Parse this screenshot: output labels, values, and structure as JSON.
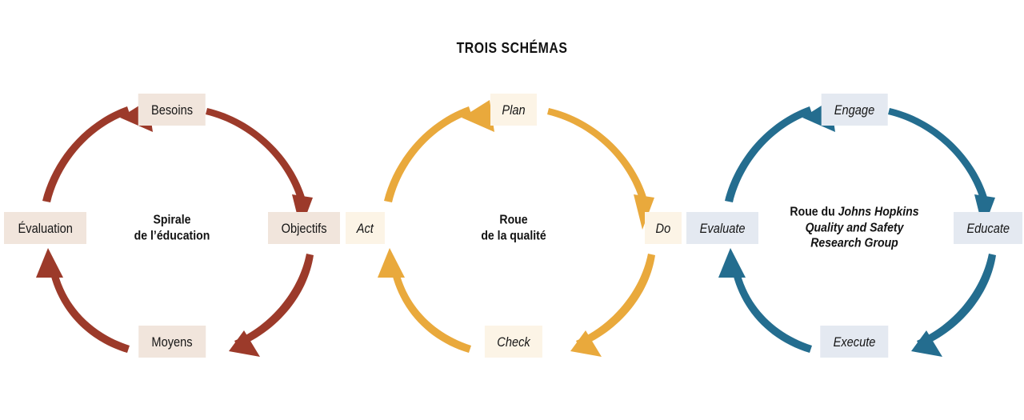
{
  "title": "TROIS SCHÉMAS",
  "background": "#FFFFFF",
  "cycles": [
    {
      "id": "education",
      "name": "spirale-de-l-education",
      "arrow_color": "#9C3A2A",
      "box_color": "#F1E5DC",
      "center": {
        "line1": "Spirale",
        "line2": "de l’éducation"
      },
      "nodes": {
        "top": "Besoins",
        "right": "Objectifs",
        "bottom": "Moyens",
        "left": "Évaluation"
      },
      "italic_nodes": false,
      "direction": "clockwise"
    },
    {
      "id": "quality",
      "name": "roue-de-la-qualite",
      "arrow_color": "#E9A93C",
      "box_color": "#FCF4E6",
      "center": {
        "line1": "Roue",
        "line2": "de la qualité"
      },
      "nodes": {
        "top": "Plan",
        "right": "Do",
        "bottom": "Check",
        "left": "Act"
      },
      "italic_nodes": true,
      "direction": "clockwise"
    },
    {
      "id": "jhqsrg",
      "name": "roue-johns-hopkins",
      "arrow_color": "#246D8F",
      "box_color": "#E4E9F1",
      "center": {
        "line1_prefix": "Roue du ",
        "line1_italic": "Johns Hopkins",
        "line2_italic": "Quality and Safety",
        "line3_italic": "Research Group"
      },
      "nodes": {
        "top": "Engage",
        "right": "Educate",
        "bottom": "Execute",
        "left": "Evaluate"
      },
      "italic_nodes": true,
      "direction": "clockwise"
    }
  ]
}
